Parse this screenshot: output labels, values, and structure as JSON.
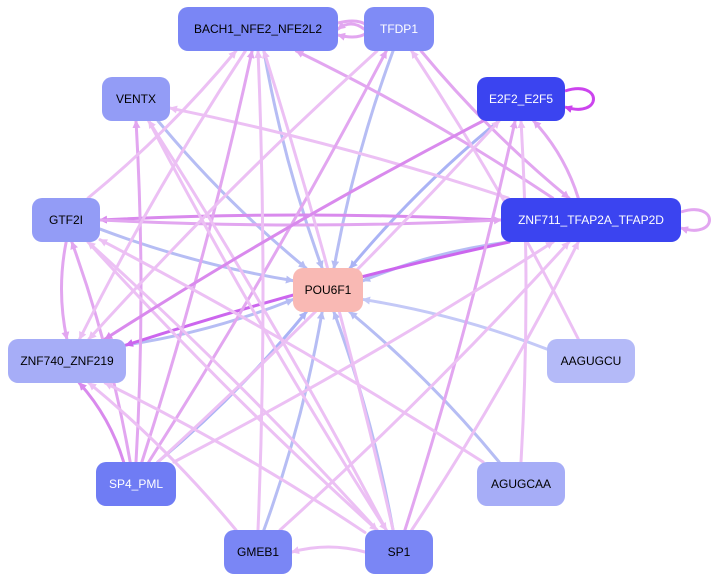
{
  "colors": {
    "center_node": "#f9b9b4",
    "edge_blue": "#b6bdf4",
    "edge_pink": "#e9b4f2",
    "edge_purple": "#cc66ee",
    "node_dark": "#3b44f0",
    "node_mid": "#7a86f5",
    "node_light": "#a7aef7"
  },
  "nodes": [
    {
      "id": "POU6F1",
      "label": "POU6F1",
      "fill": "#f9b9b4",
      "text": "#000000"
    },
    {
      "id": "BACH1",
      "label": "BACH1_NFE2_NFE2L2",
      "fill": "#7a86f5",
      "text": "#000000"
    },
    {
      "id": "TFDP1",
      "label": "TFDP1",
      "fill": "#7f8bf6",
      "text": "#ffffff"
    },
    {
      "id": "E2F2",
      "label": "E2F2_E2F5",
      "fill": "#3b44f0",
      "text": "#ffffff"
    },
    {
      "id": "ZNF711",
      "label": "ZNF711_TFAP2A_TFAP2D",
      "fill": "#3b44f0",
      "text": "#ffffff"
    },
    {
      "id": "VENTX",
      "label": "VENTX",
      "fill": "#939cf6",
      "text": "#000000"
    },
    {
      "id": "GTF2I",
      "label": "GTF2I",
      "fill": "#939cf6",
      "text": "#000000"
    },
    {
      "id": "ZNF740",
      "label": "ZNF740_ZNF219",
      "fill": "#a6adf7",
      "text": "#000000"
    },
    {
      "id": "AAGUGCU",
      "label": "AAGUGCU",
      "fill": "#b4baf8",
      "text": "#000000"
    },
    {
      "id": "AGUGCAA",
      "label": "AGUGCAA",
      "fill": "#a6adf7",
      "text": "#000000"
    },
    {
      "id": "SP4",
      "label": "SP4_PML",
      "fill": "#6f7cf4",
      "text": "#ffffff"
    },
    {
      "id": "GMEB1",
      "label": "GMEB1",
      "fill": "#7a86f5",
      "text": "#000000"
    },
    {
      "id": "SP1",
      "label": "SP1",
      "fill": "#7a86f5",
      "text": "#000000"
    }
  ],
  "edges": [
    {
      "from": "BACH1",
      "to": "POU6F1",
      "color": "#b6bdf4"
    },
    {
      "from": "TFDP1",
      "to": "POU6F1",
      "color": "#b6bdf4"
    },
    {
      "from": "E2F2",
      "to": "POU6F1",
      "color": "#aab3f5"
    },
    {
      "from": "ZNF711",
      "to": "POU6F1",
      "color": "#b6bdf4"
    },
    {
      "from": "VENTX",
      "to": "POU6F1",
      "color": "#b6bdf4"
    },
    {
      "from": "GTF2I",
      "to": "POU6F1",
      "color": "#b6bdf4"
    },
    {
      "from": "ZNF740",
      "to": "POU6F1",
      "color": "#b6bdf4"
    },
    {
      "from": "AAGUGCU",
      "to": "POU6F1",
      "color": "#c4c9f7"
    },
    {
      "from": "AGUGCAA",
      "to": "POU6F1",
      "color": "#b6bdf4"
    },
    {
      "from": "SP4",
      "to": "POU6F1",
      "color": "#aab3f5"
    },
    {
      "from": "GMEB1",
      "to": "POU6F1",
      "color": "#b6bdf4"
    },
    {
      "from": "SP1",
      "to": "POU6F1",
      "color": "#b6bdf4"
    },
    {
      "from": "TFDP1",
      "to": "BACH1",
      "color": "#e2a6f0"
    },
    {
      "from": "ZNF711",
      "to": "BACH1",
      "color": "#e2a6f0"
    },
    {
      "from": "ZNF711",
      "to": "E2F2",
      "color": "#e2a6f0"
    },
    {
      "from": "ZNF711",
      "to": "VENTX",
      "color": "#ecc0f4"
    },
    {
      "from": "ZNF711",
      "to": "GTF2I",
      "color": "#d98aed"
    },
    {
      "from": "GTF2I",
      "to": "ZNF711",
      "color": "#e2a6f0"
    },
    {
      "from": "ZNF711",
      "to": "ZNF740",
      "color": "#cc66ee"
    },
    {
      "from": "TFDP1",
      "to": "ZNF711",
      "color": "#e2a6f0"
    },
    {
      "from": "AAGUGCU",
      "to": "TFDP1",
      "color": "#ecc0f4"
    },
    {
      "from": "AGUGCAA",
      "to": "E2F2",
      "color": "#ecc0f4"
    },
    {
      "from": "SP1",
      "to": "E2F2",
      "color": "#e2a6f0"
    },
    {
      "from": "SP4",
      "to": "BACH1",
      "color": "#e2a6f0"
    },
    {
      "from": "SP4",
      "to": "TFDP1",
      "color": "#e2a6f0"
    },
    {
      "from": "SP4",
      "to": "VENTX",
      "color": "#e2a6f0"
    },
    {
      "from": "SP4",
      "to": "GTF2I",
      "color": "#e2a6f0"
    },
    {
      "from": "SP4",
      "to": "ZNF740",
      "color": "#d98aed"
    },
    {
      "from": "SP4",
      "to": "ZNF711",
      "color": "#ecc0f4"
    },
    {
      "from": "GMEB1",
      "to": "ZNF711",
      "color": "#ecc0f4"
    },
    {
      "from": "GMEB1",
      "to": "ZNF740",
      "color": "#ecc0f4"
    },
    {
      "from": "GMEB1",
      "to": "BACH1",
      "color": "#ecc0f4"
    },
    {
      "from": "SP1",
      "to": "GMEB1",
      "color": "#ecc0f4"
    },
    {
      "from": "SP1",
      "to": "ZNF740",
      "color": "#ecc0f4"
    },
    {
      "from": "SP1",
      "to": "GTF2I",
      "color": "#ecc0f4"
    },
    {
      "from": "SP1",
      "to": "BACH1",
      "color": "#ecc0f4"
    },
    {
      "from": "SP1",
      "to": "ZNF711",
      "color": "#ecc0f4"
    },
    {
      "from": "SP1",
      "to": "VENTX",
      "color": "#ecc0f4"
    },
    {
      "from": "GTF2I",
      "to": "ZNF740",
      "color": "#e2a6f0"
    },
    {
      "from": "GTF2I",
      "to": "SP1",
      "color": "#ecc0f4"
    },
    {
      "from": "VENTX",
      "to": "SP1",
      "color": "#ecc0f4"
    },
    {
      "from": "TFDP1",
      "to": "ZNF740",
      "color": "#ecc0f4"
    },
    {
      "from": "BACH1",
      "to": "ZNF740",
      "color": "#ecc0f4"
    },
    {
      "from": "E2F2",
      "to": "ZNF740",
      "color": "#d98aed"
    },
    {
      "from": "GTF2I",
      "to": "BACH1",
      "color": "#ecc0f4"
    },
    {
      "from": "AGUGCAA",
      "to": "GTF2I",
      "color": "#ecc0f4"
    },
    {
      "from": "SP4",
      "to": "E2F2",
      "color": "#ecc0f4"
    }
  ],
  "self_loops": [
    {
      "node": "E2F2",
      "color": "#cc44ee"
    },
    {
      "node": "ZNF711",
      "color": "#e2a6f0"
    },
    {
      "node": "BACH1",
      "color": "#e2a6f0"
    }
  ]
}
